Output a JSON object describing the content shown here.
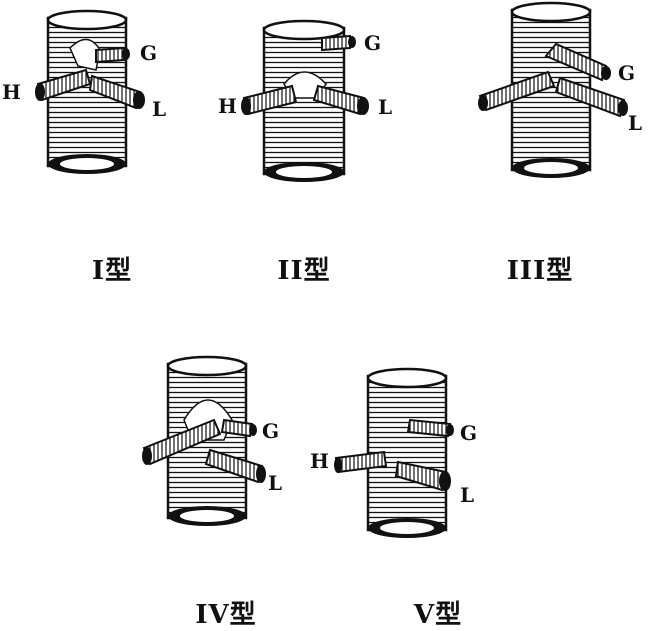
{
  "labels": {
    "H": "H",
    "G": "G",
    "L": "L"
  },
  "figures": [
    {
      "id": "type-i",
      "caption": "I型",
      "branches": [
        "H",
        "G",
        "L"
      ]
    },
    {
      "id": "type-ii",
      "caption": "II型",
      "branches": [
        "H",
        "G",
        "L"
      ]
    },
    {
      "id": "type-iii",
      "caption": "III型",
      "branches": [
        "G",
        "L"
      ]
    },
    {
      "id": "type-iv",
      "caption": "IV型",
      "branches": [
        "G",
        "L"
      ]
    },
    {
      "id": "type-v",
      "caption": "V型",
      "branches": [
        "H",
        "G",
        "L"
      ]
    }
  ],
  "colors": {
    "ink": "#111111",
    "paper": "#ffffff"
  }
}
